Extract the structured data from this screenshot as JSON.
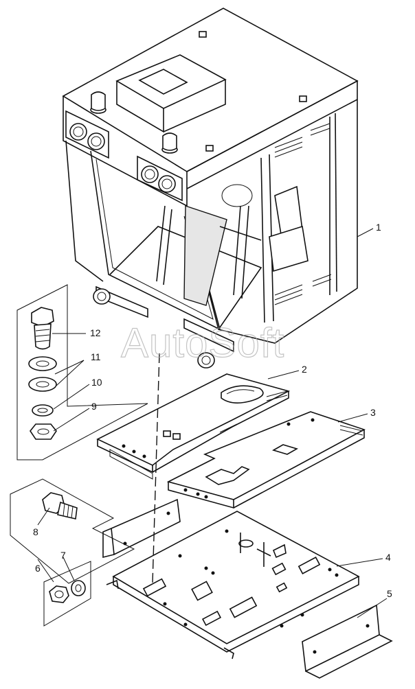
{
  "watermark": "AutoSoft",
  "callouts": [
    "1",
    "2",
    "3",
    "4",
    "5",
    "6",
    "7",
    "8",
    "9",
    "10",
    "11",
    "12"
  ]
}
